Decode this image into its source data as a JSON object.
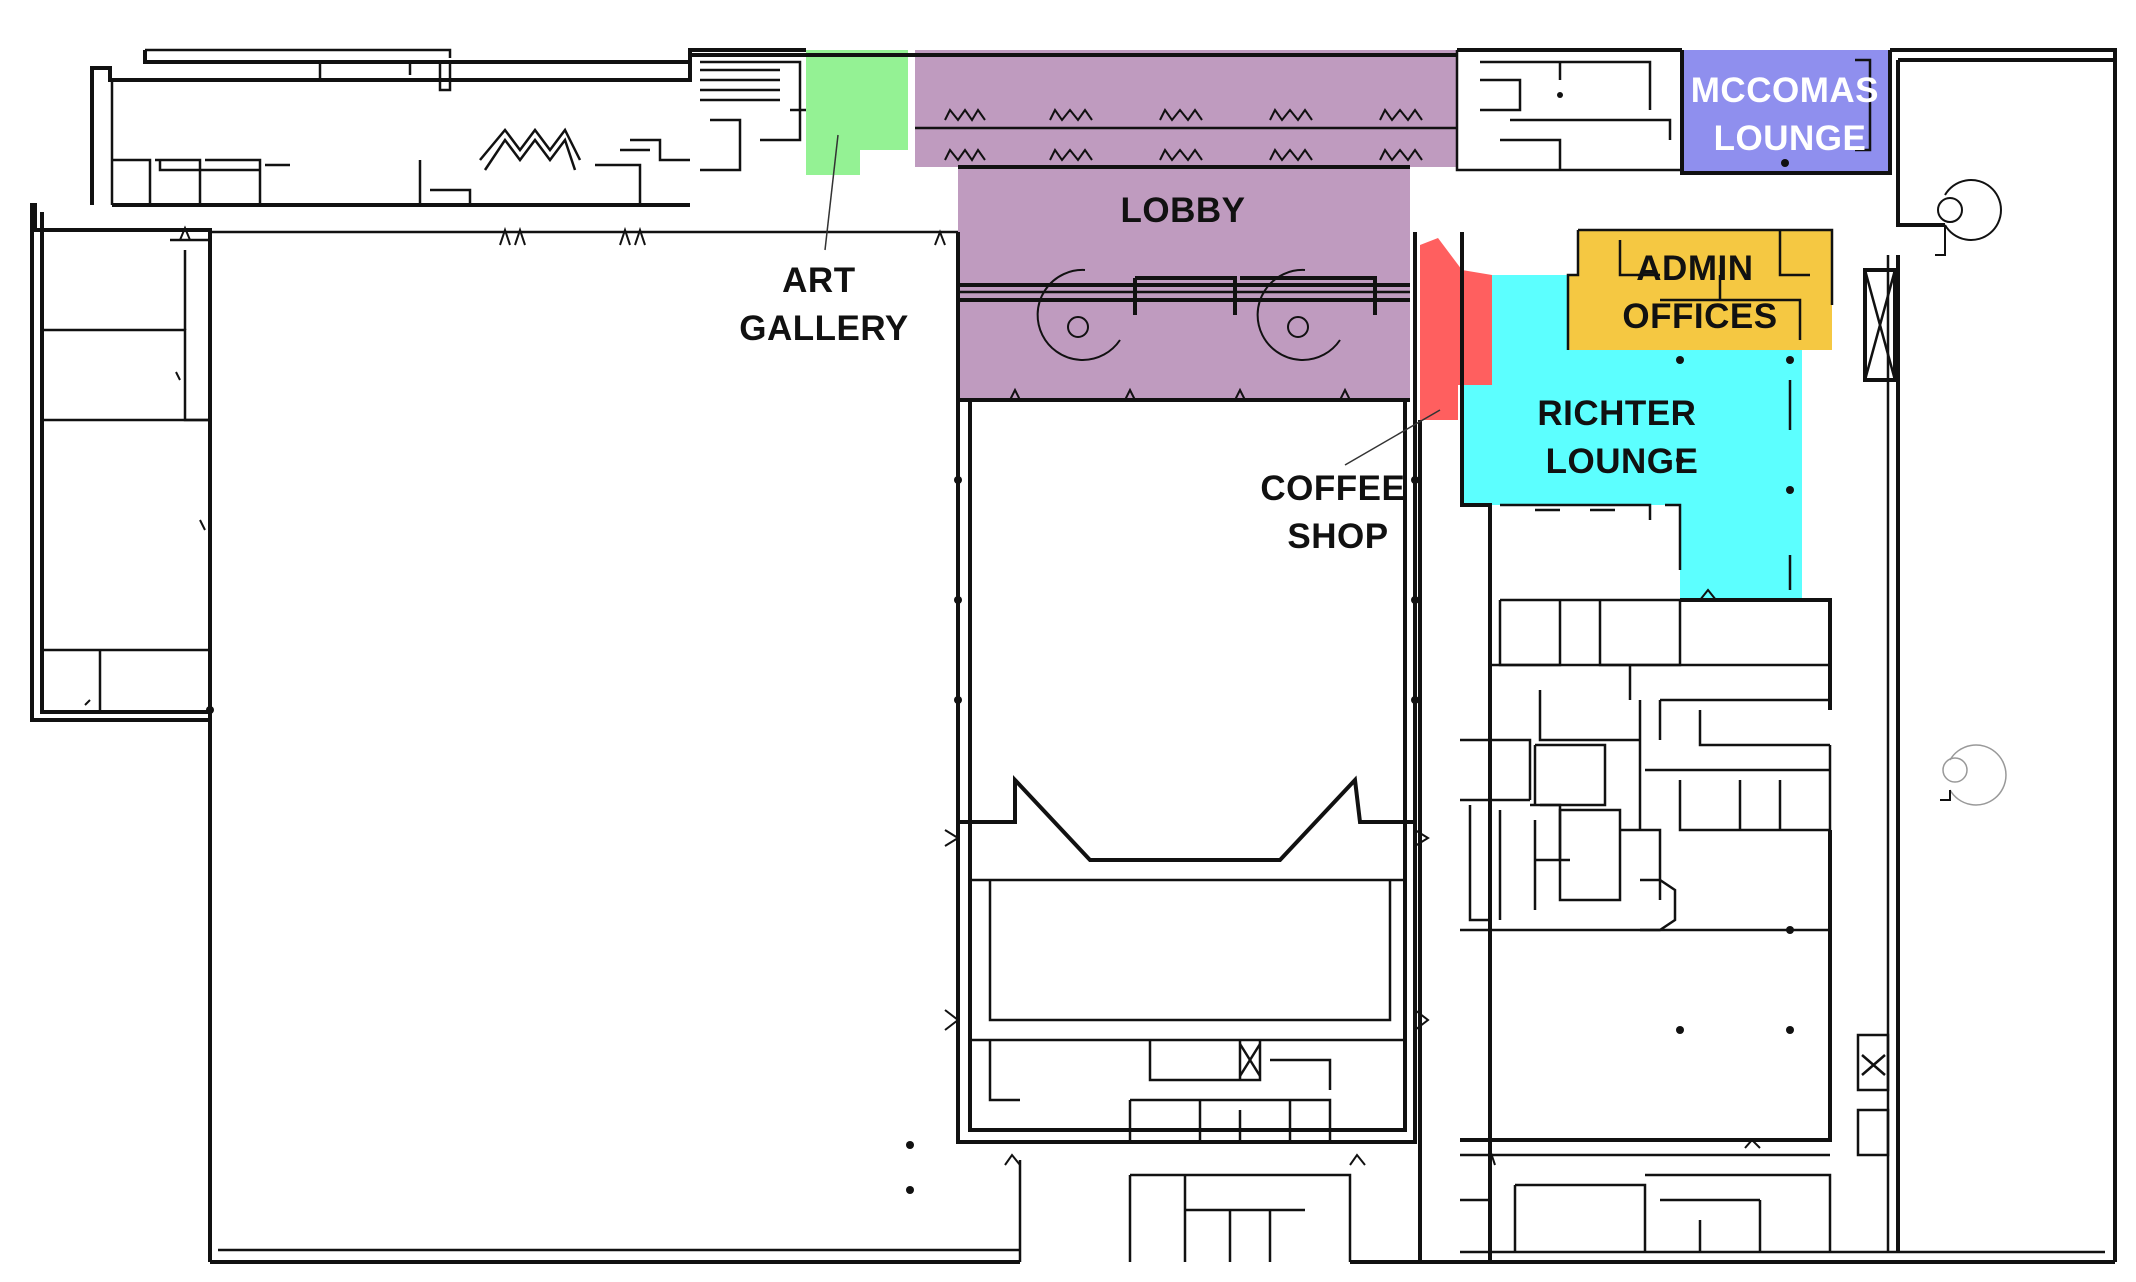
{
  "zones": {
    "lobby": {
      "label": "LOBBY",
      "color": "#bf9bbf"
    },
    "art": {
      "label_lines": [
        "ART",
        "GALLERY"
      ],
      "color": "#94f294"
    },
    "mccomas": {
      "label_lines": [
        "MCCOMAS",
        "LOUNGE"
      ],
      "color": "#8f8fee"
    },
    "admin": {
      "label_lines": [
        "ADMIN",
        "OFFICES"
      ],
      "color": "#f5c842"
    },
    "richter": {
      "label_lines": [
        "RICHTER",
        "LOUNGE"
      ],
      "color": "#5cffff"
    },
    "coffee": {
      "label_lines": [
        "COFFEE",
        "SHOP"
      ],
      "color": "#ff5f5f"
    }
  },
  "label_color_dark": "#111111",
  "label_color_light": "#ffffff"
}
